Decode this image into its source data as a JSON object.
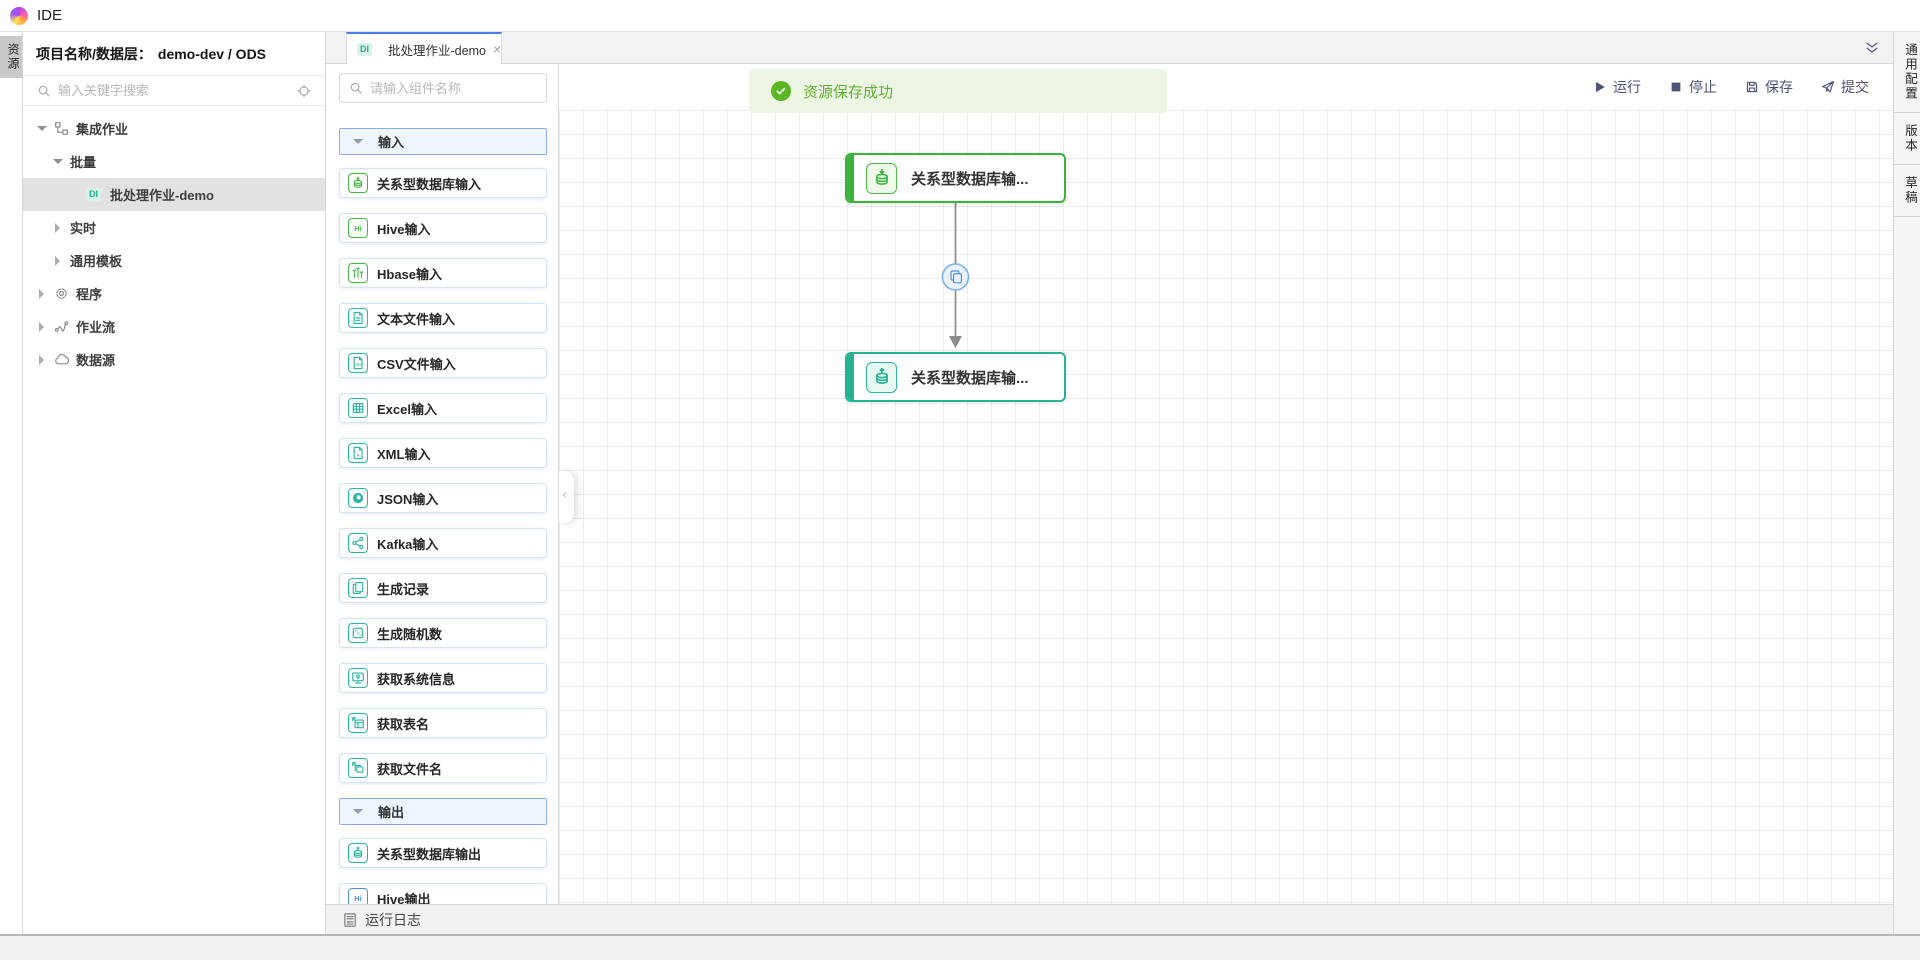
{
  "topbar": {
    "app_title": "IDE"
  },
  "left_rail": {
    "tab_label": "资源"
  },
  "sidebar": {
    "header_label": "项目名称/数据层：",
    "header_value": "demo-dev / ODS",
    "search_placeholder": "输入关键字搜索",
    "tree": [
      {
        "label": "集成作业",
        "level": 0,
        "state": "expanded",
        "icon": "workflow-icon"
      },
      {
        "label": "批量",
        "level": 1,
        "state": "expanded"
      },
      {
        "label": "批处理作业-demo",
        "level": 2,
        "state": "leaf",
        "badge": "DI",
        "selected": true
      },
      {
        "label": "实时",
        "level": 1,
        "state": "collapsed"
      },
      {
        "label": "通用模板",
        "level": 1,
        "state": "collapsed"
      },
      {
        "label": "程序",
        "level": 0,
        "state": "collapsed",
        "icon": "gear-icon"
      },
      {
        "label": "作业流",
        "level": 0,
        "state": "collapsed",
        "icon": "flow-icon"
      },
      {
        "label": "数据源",
        "level": 0,
        "state": "collapsed",
        "icon": "datasource-icon"
      }
    ]
  },
  "tabs": {
    "active": {
      "badge": "DI",
      "label": "批处理作业-demo",
      "close_glyph": "×"
    }
  },
  "components": {
    "search_placeholder": "请输入组件名称",
    "sections": [
      {
        "label": "输入",
        "items": [
          {
            "label": "关系型数据库输入",
            "icon": "database-input-icon",
            "color": "#45b649"
          },
          {
            "label": "Hive输入",
            "icon": "hive-icon",
            "color": "#45b649"
          },
          {
            "label": "Hbase输入",
            "icon": "hbase-icon",
            "color": "#45b649"
          },
          {
            "label": "文本文件输入",
            "icon": "text-file-icon",
            "color": "#2cb5a2"
          },
          {
            "label": "CSV文件输入",
            "icon": "csv-file-icon",
            "color": "#2cb5a2"
          },
          {
            "label": "Excel输入",
            "icon": "excel-icon",
            "color": "#2cb5a2"
          },
          {
            "label": "XML输入",
            "icon": "xml-file-icon",
            "color": "#2cb5a2"
          },
          {
            "label": "JSON输入",
            "icon": "json-icon",
            "color": "#2cb5a2"
          },
          {
            "label": "Kafka输入",
            "icon": "kafka-icon",
            "color": "#2cb5a2"
          },
          {
            "label": "生成记录",
            "icon": "records-icon",
            "color": "#2cb5a2"
          },
          {
            "label": "生成随机数",
            "icon": "dice-icon",
            "color": "#2cb5a2"
          },
          {
            "label": "获取系统信息",
            "icon": "monitor-icon",
            "color": "#2cb5a2"
          },
          {
            "label": "获取表名",
            "icon": "table-name-icon",
            "color": "#2cb5a2"
          },
          {
            "label": "获取文件名",
            "icon": "file-name-icon",
            "color": "#2cb5a2"
          }
        ]
      },
      {
        "label": "输出",
        "items": [
          {
            "label": "关系型数据库输出",
            "icon": "database-output-icon",
            "color": "#2cb5a2"
          },
          {
            "label": "Hive输出",
            "icon": "hive-icon",
            "color": "#4a90e2"
          }
        ]
      }
    ]
  },
  "toolbar": {
    "run_label": "运行",
    "stop_label": "停止",
    "save_label": "保存",
    "submit_label": "提交"
  },
  "toast": {
    "message": "资源保存成功"
  },
  "canvas": {
    "nodes": [
      {
        "label": "关系型数据库输...",
        "type": "relational-db-input",
        "color": "#3db23c"
      },
      {
        "label": "关系型数据库输...",
        "type": "relational-db-output",
        "color": "#26b291"
      }
    ],
    "edge": {
      "from": 0,
      "to": 1,
      "badge_icon": "copy-icon"
    }
  },
  "right_rail": {
    "tabs": [
      "通用配置",
      "版本",
      "草稿"
    ]
  },
  "log_bar": {
    "label": "运行日志"
  },
  "colors": {
    "accent_blue": "#4a7df0",
    "success_green": "#5bb823",
    "toast_bg": "#edf6e3",
    "node_green": "#3db23c",
    "node_teal": "#26b291",
    "toolbar_text": "#4d5377"
  }
}
